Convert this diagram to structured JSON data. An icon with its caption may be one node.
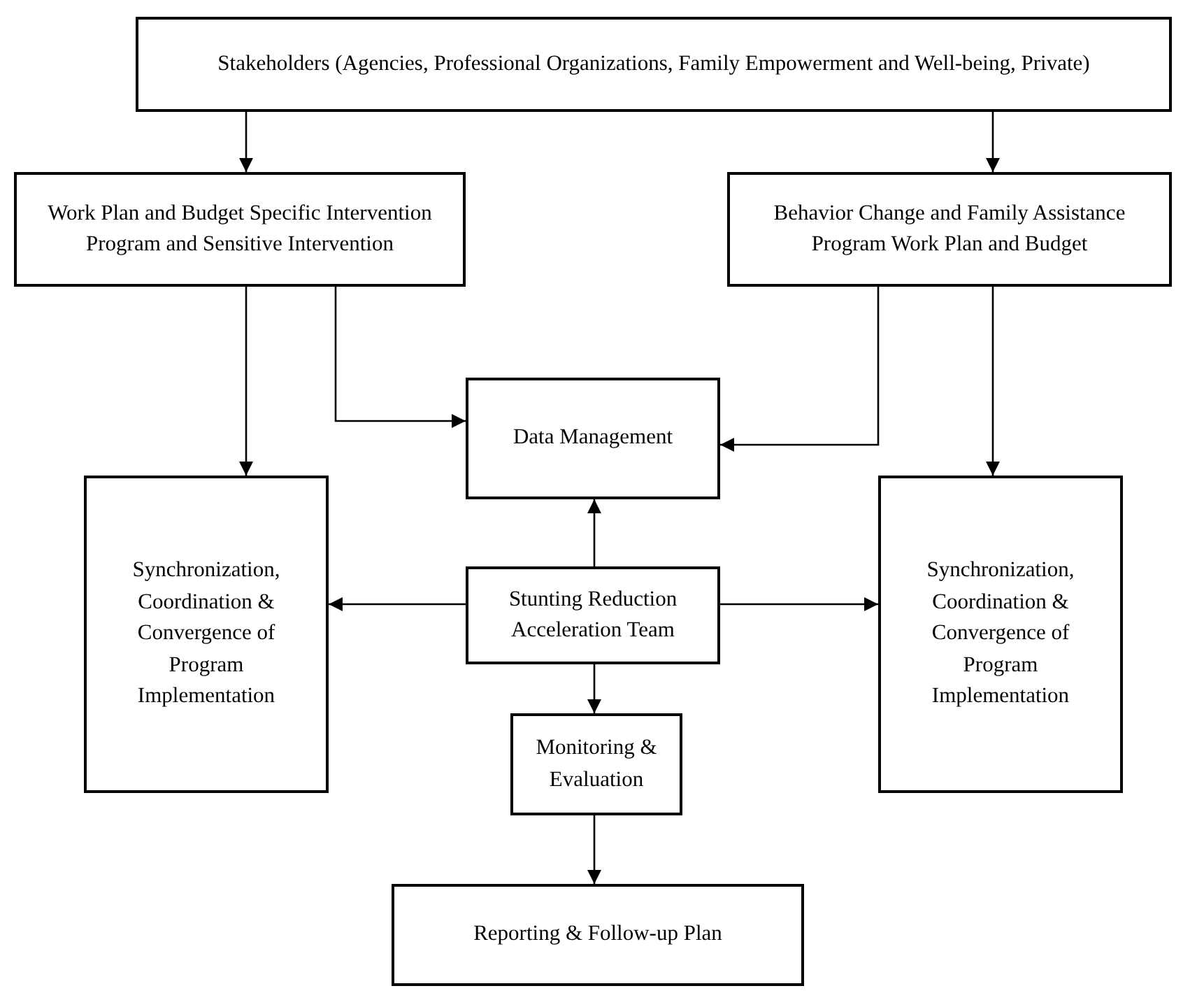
{
  "diagram": {
    "nodes": [
      {
        "text": [
          "Stakeholders (Agencies, Professional Organizations, Family Empowerment and Well-being, Private)"
        ]
      },
      {
        "text": [
          "Work Plan and Budget Specific Intervention Program and Sensitive Intervention"
        ]
      },
      {
        "text": [
          "Behavior Change and Family Assistance Program Work Plan and Budget"
        ]
      },
      {
        "text": [
          "Data Management"
        ]
      },
      {
        "text": [
          "Synchronization, Coordination & Convergence of Program Implementation"
        ]
      },
      {
        "text": [
          "Stunting Reduction Acceleration Team"
        ]
      },
      {
        "text": [
          "Synchronization, Coordination & Convergence of Program Implementation"
        ]
      },
      {
        "text": [
          "Monitoring & Evaluation"
        ]
      },
      {
        "text": [
          "Reporting & Follow-up Plan"
        ]
      }
    ],
    "edges": [
      {
        "from": 0,
        "to": 1,
        "arrow": "to"
      },
      {
        "from": 0,
        "to": 2,
        "arrow": "to"
      },
      {
        "from": 1,
        "to": 4,
        "arrow": "to"
      },
      {
        "from": 1,
        "to": 3,
        "arrow": "to"
      },
      {
        "from": 2,
        "to": 6,
        "arrow": "to"
      },
      {
        "from": 2,
        "to": 3,
        "arrow": "to"
      },
      {
        "from": 5,
        "to": 3,
        "arrow": "to"
      },
      {
        "from": 5,
        "to": 4,
        "arrow": "to"
      },
      {
        "from": 5,
        "to": 6,
        "arrow": "to"
      },
      {
        "from": 5,
        "to": 7,
        "arrow": "to"
      },
      {
        "from": 7,
        "to": 8,
        "arrow": "to"
      }
    ]
  }
}
